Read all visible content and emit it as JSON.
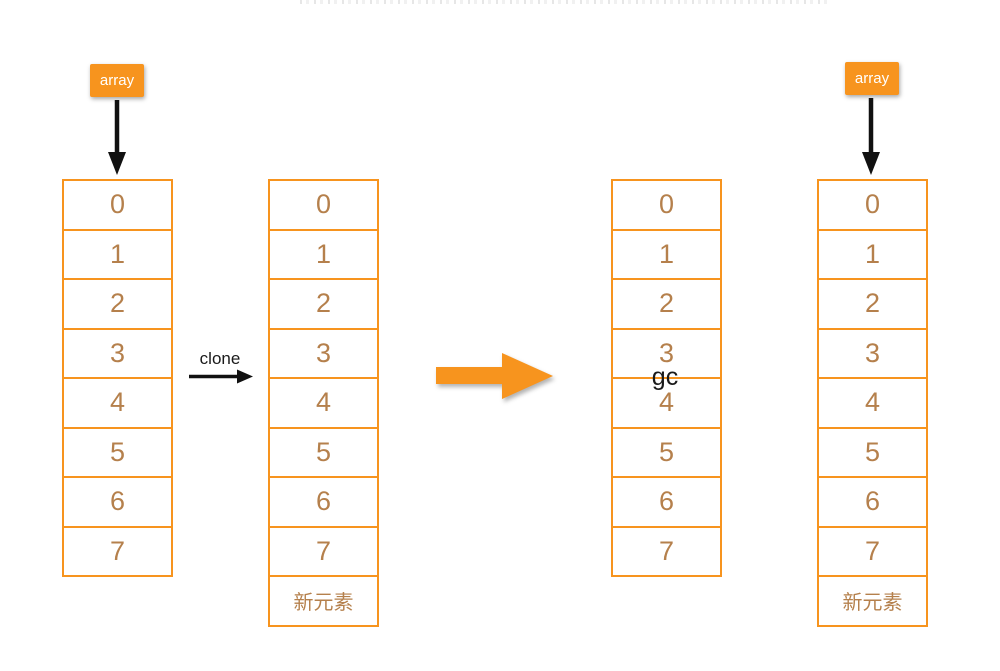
{
  "pointer_labels": {
    "left": "array",
    "right": "array"
  },
  "annotations": {
    "clone": "clone",
    "gc": "gc"
  },
  "arrays": [
    {
      "id": "source-array",
      "cells": [
        "0",
        "1",
        "2",
        "3",
        "4",
        "5",
        "6",
        "7"
      ]
    },
    {
      "id": "cloned-array",
      "cells": [
        "0",
        "1",
        "2",
        "3",
        "4",
        "5",
        "6",
        "7",
        "新元素"
      ]
    },
    {
      "id": "old-array-gc",
      "cells": [
        "0",
        "1",
        "2",
        "3",
        "4",
        "5",
        "6",
        "7"
      ]
    },
    {
      "id": "new-array",
      "cells": [
        "0",
        "1",
        "2",
        "3",
        "4",
        "5",
        "6",
        "7",
        "新元素"
      ]
    }
  ],
  "icons": {
    "down_arrow": "down-arrow",
    "clone_arrow": "right-arrow",
    "big_arrow": "big-right-arrow"
  },
  "colors": {
    "background": "#FFFFFF",
    "orange": "#F7941E",
    "cell_text": "#B5804C",
    "pointer_label_text": "#FFFFFF",
    "annotation_text": "#1A1A1A",
    "arrow_black": "#111111"
  }
}
